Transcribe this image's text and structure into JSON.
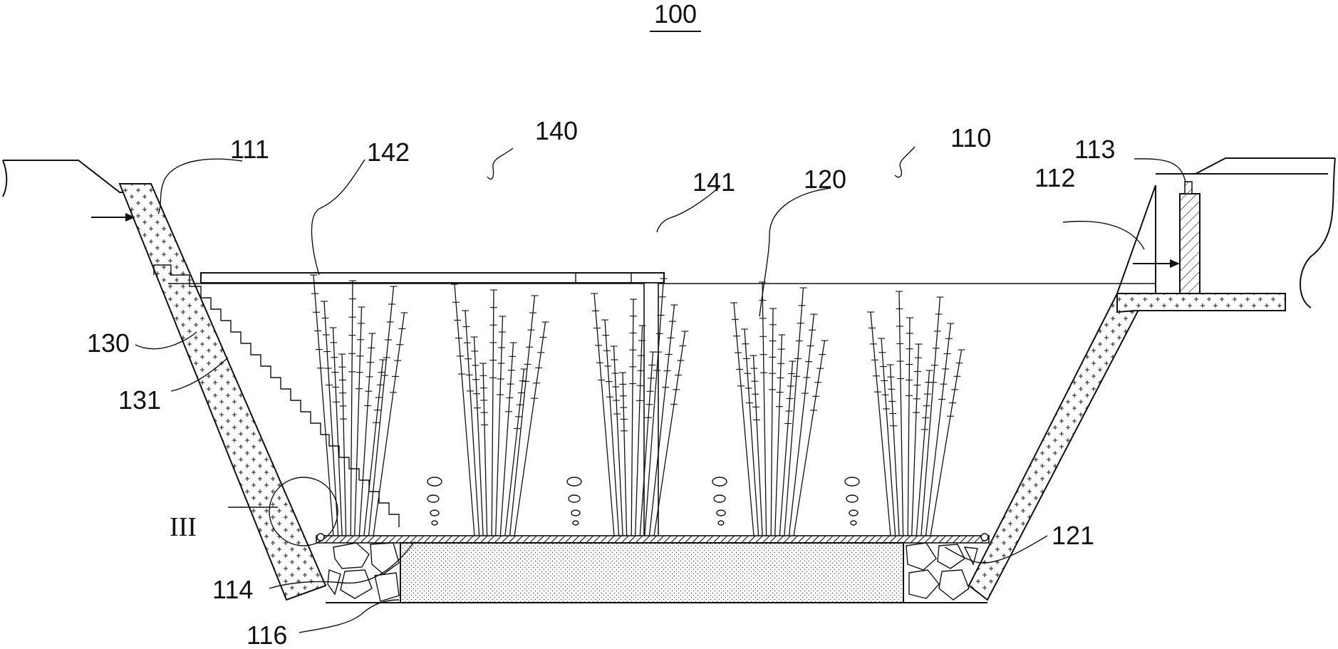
{
  "figure": {
    "title": "100",
    "labels": {
      "l111": "111",
      "l142": "142",
      "l140": "140",
      "l141": "141",
      "l110": "110",
      "l120": "120",
      "l113": "113",
      "l112": "112",
      "l130": "130",
      "l131": "131",
      "lIII": "III",
      "l114": "114",
      "l116": "116",
      "l121": "121"
    }
  },
  "colors": {
    "line": "#111111",
    "background": "#ffffff"
  }
}
